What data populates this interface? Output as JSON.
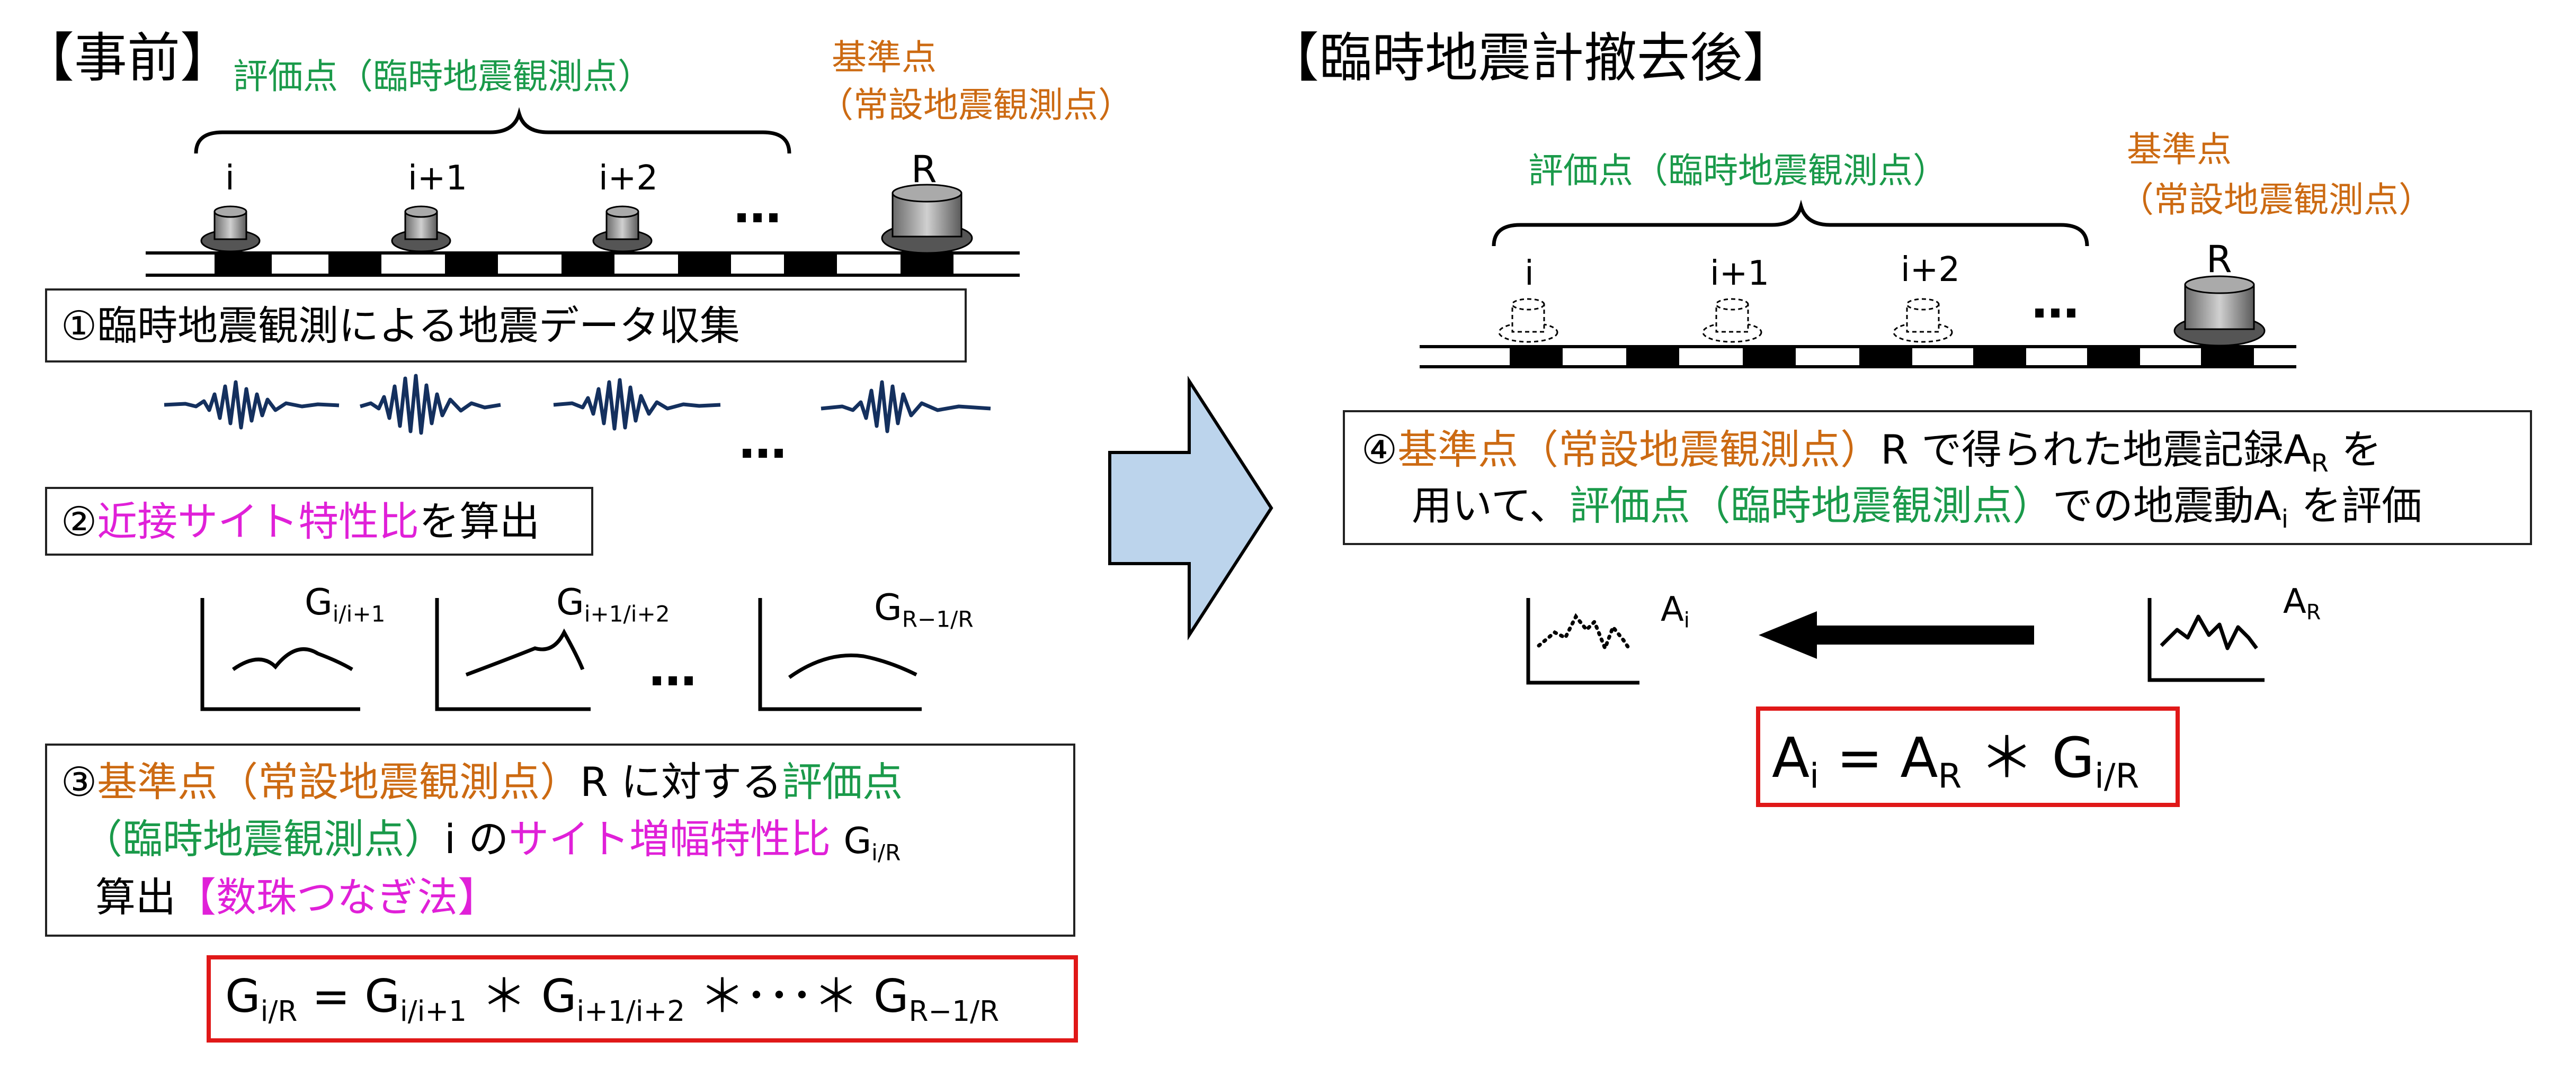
{
  "colors": {
    "green": "#1a9a4a",
    "orange": "#cc6a12",
    "magenta": "#e020d8",
    "red": "#e01818",
    "wave": "#14305e",
    "arrow_fill": "#bcd4ec"
  },
  "left": {
    "title": "【事前】",
    "eval_point_label": "評価点（臨時地震観測点）",
    "ref_point_label_1": "基準点",
    "ref_point_label_2": "（常設地震観測点）",
    "station_labels": [
      "i",
      "i+1",
      "i+2",
      "R"
    ],
    "ellipsis": "…",
    "step1": "①臨時地震観測による地震データ収集",
    "step2": {
      "num": "②",
      "highlight": "近接サイト特性比",
      "rest": "を算出"
    },
    "graph_labels": [
      {
        "base": "G",
        "sub": "i/i+1"
      },
      {
        "base": "G",
        "sub": "i+1/i+2"
      },
      {
        "base": "G",
        "sub": "R−1/R"
      }
    ],
    "step3": {
      "num": "③",
      "ref": "基準点（常設地震観測点）",
      "r_text": "R に対する",
      "eval1": "評価点",
      "eval2": "（臨時地震観測点）",
      "i_no": "i の",
      "ratio": "サイト増幅特性比",
      "g_base": "G",
      "g_sub": "i/R",
      "calc": "算出",
      "method": "【数珠つなぎ法】"
    },
    "formula": {
      "lhs_base": "G",
      "lhs_sub": "i/R",
      "eq": " = ",
      "t1_base": "G",
      "t1_sub": "i/i+1",
      "op1": " ＊ ",
      "t2_base": "G",
      "t2_sub": "i+1/i+2",
      "op2": " ＊･･･＊ ",
      "t3_base": "G",
      "t3_sub": "R−1/R"
    }
  },
  "right": {
    "title": "【臨時地震計撤去後】",
    "eval_point_label": "評価点（臨時地震観測点）",
    "ref_point_label_1": "基準点",
    "ref_point_label_2": "（常設地震観測点）",
    "station_labels": [
      "i",
      "i+1",
      "i+2",
      "R"
    ],
    "ellipsis": "…",
    "step4": {
      "num": "④",
      "ref": "基準点（常設地震観測点）",
      "r_text": "R で得られた地震記録A",
      "ar_sub": "R",
      "wo": " を",
      "line2_a": "用いて、",
      "eval": "評価点（臨時地震観測点）",
      "line2_b": "での地震動A",
      "ai_sub": "i",
      "line2_c": " を評価"
    },
    "ai_label": {
      "base": "A",
      "sub": "i"
    },
    "ar_label": {
      "base": "A",
      "sub": "R"
    },
    "formula": {
      "lhs_base": "A",
      "lhs_sub": "i",
      "eq": " = ",
      "t1_base": "A",
      "t1_sub": "R",
      "op": " ＊ ",
      "t2_base": "G",
      "t2_sub": "i/R"
    }
  }
}
